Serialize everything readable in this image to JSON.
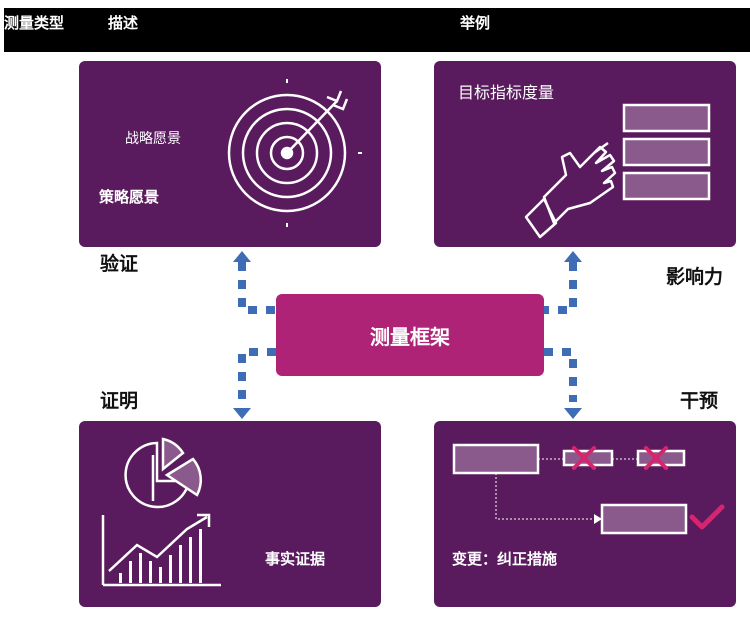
{
  "header": {
    "col_type": "测量类型",
    "col_desc": "描述",
    "col_example": "举例"
  },
  "center": {
    "title": "测量框架"
  },
  "quadrants": {
    "top_left": {
      "label": "验证",
      "caption_small": "战略愿景",
      "caption_main": "策略愿景",
      "icon": "target-icon"
    },
    "top_right": {
      "label": "影响力",
      "caption": "目标指标度量",
      "icon": "pointing-hand-icon"
    },
    "bottom_left": {
      "label": "证明",
      "caption": "事实证据",
      "icon": "chart-icon"
    },
    "bottom_right": {
      "label": "干预",
      "caption": "变更：纠正措施",
      "icon": "flow-check-icon"
    }
  },
  "colors": {
    "panel": "#5a1b5e",
    "center": "#ae2375",
    "connector": "#3f6db5",
    "accent": "#d6246e",
    "bar_fill": "#8a5a8c"
  }
}
